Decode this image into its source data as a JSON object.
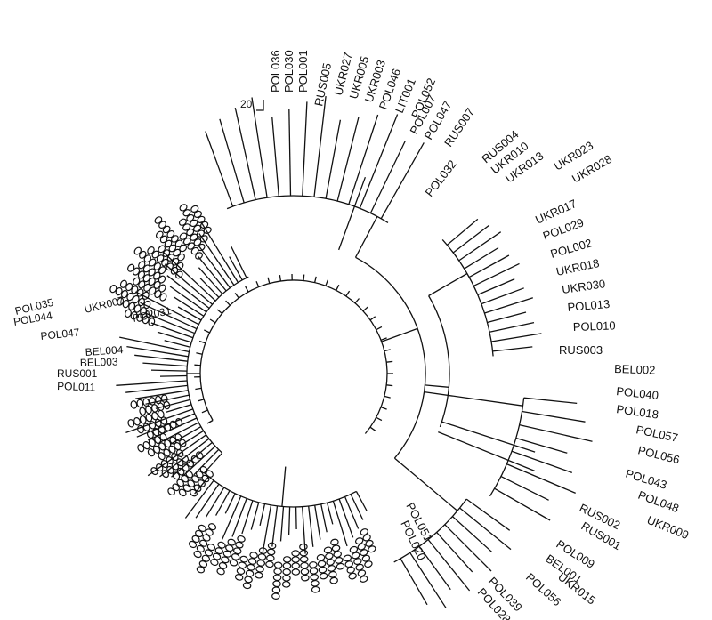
{
  "scale_bar": {
    "label": "20"
  },
  "labeled_leaves": {
    "top": [
      "POL036",
      "POL030",
      "POL001",
      "RUS005",
      "UKR027",
      "UKR005",
      "UKR003",
      "POL046",
      "LIT001",
      "POL052",
      "POL007",
      "POL047",
      "RUS007",
      "POL032"
    ],
    "right": [
      "RUS004",
      "UKR010",
      "UKR013",
      "UKR023",
      "UKR028",
      "UKR017",
      "POL029",
      "POL002",
      "UKR018",
      "UKR030",
      "POL013",
      "POL010",
      "RUS003",
      "BEL002",
      "POL040",
      "POL018",
      "POL057",
      "POL056",
      "POL043",
      "POL048",
      "UKR009",
      "RUS002",
      "RUS001",
      "POL009",
      "BEL001",
      "UKR015",
      "POL056",
      "POL039",
      "POL028"
    ],
    "bottom": [
      "POL051",
      "POL020"
    ],
    "left": [
      "POL035",
      "POL044",
      "UKR007",
      "POL031",
      "POL047",
      "BEL004",
      "BEL003",
      "RUS001",
      "POL011"
    ]
  }
}
